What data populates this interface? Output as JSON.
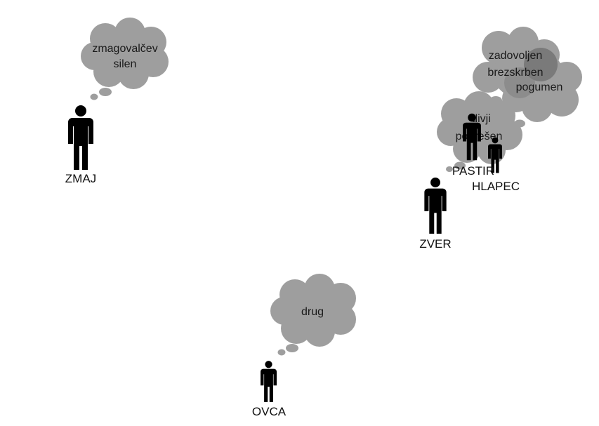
{
  "characters": [
    {
      "id": "zmaj",
      "name": "ZMAJ",
      "thoughts": [
        "zmagovalčev",
        "silen"
      ]
    },
    {
      "id": "zver",
      "name": "ZVER",
      "thoughts": []
    },
    {
      "id": "pastir",
      "name": "PASTIR",
      "thoughts": [
        "divji",
        "pogrešen"
      ]
    },
    {
      "id": "hlapec",
      "name": "HLAPEC",
      "thoughts": [
        "zadovoljen",
        "brezskrben",
        "pogumen"
      ]
    },
    {
      "id": "ovca",
      "name": "OVCA",
      "thoughts": [
        "drug"
      ]
    }
  ],
  "colors": {
    "cloud": "#9e9e9e",
    "cloud_dark": "#7a7a7a",
    "figure": "#000000",
    "text": "#1a1a1a"
  },
  "icons": {
    "character": "person-icon",
    "thought": "thought-cloud-icon"
  }
}
